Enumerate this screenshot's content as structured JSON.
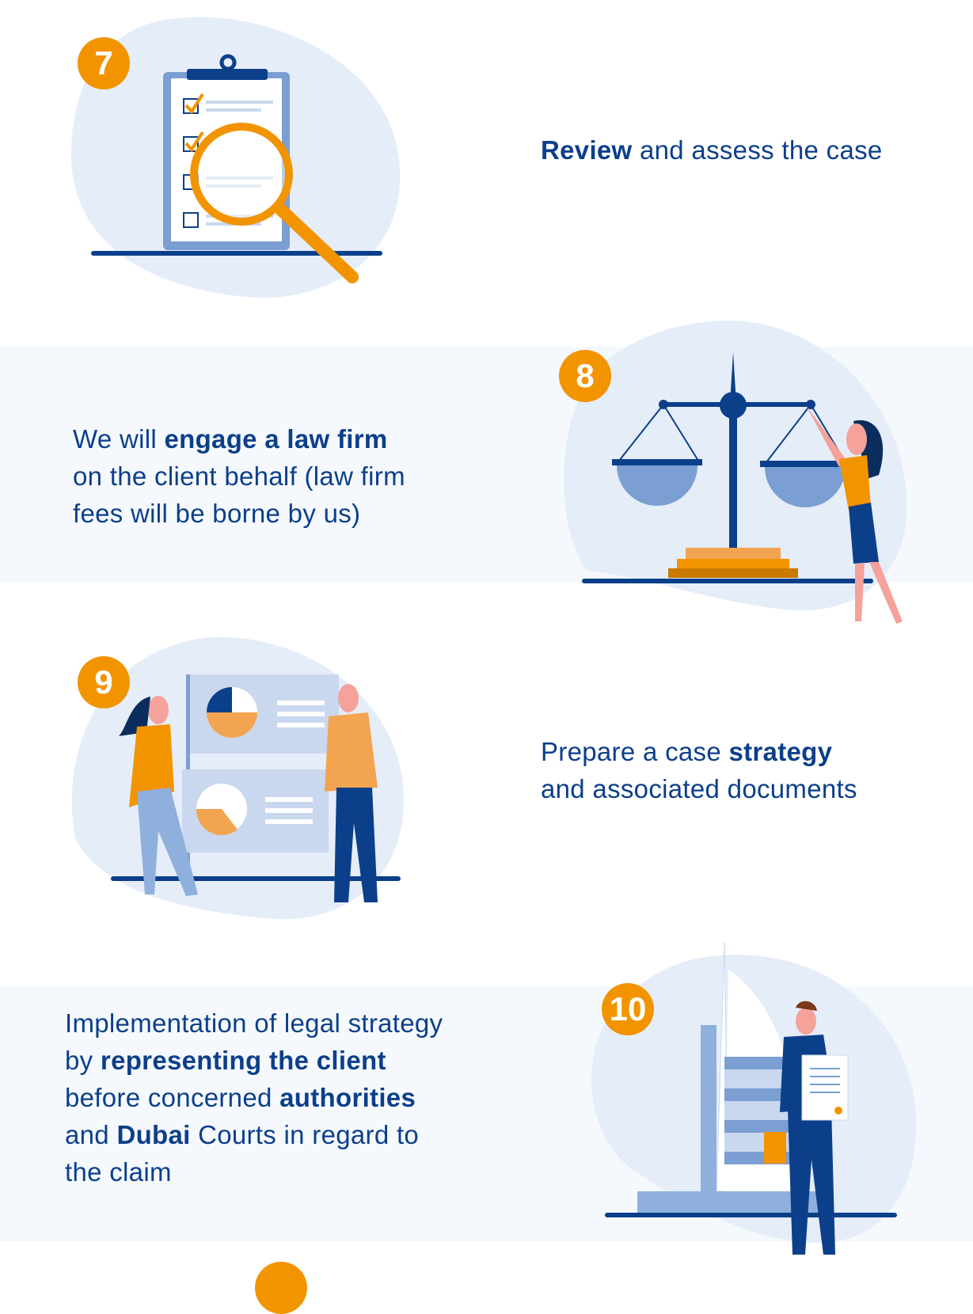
{
  "colors": {
    "text": "#0c3f8a",
    "accent": "#f29400",
    "band": "#f5f9fe",
    "blob": "#e5edf9"
  },
  "steps": [
    {
      "number": "7",
      "lines": [
        [
          {
            "t": "Review",
            "b": true
          },
          {
            "t": " and assess the case",
            "b": false
          }
        ]
      ]
    },
    {
      "number": "8",
      "lines": [
        [
          {
            "t": "We will ",
            "b": false
          },
          {
            "t": "engage a law firm",
            "b": true
          }
        ],
        [
          {
            "t": "on the client behalf (law firm",
            "b": false
          }
        ],
        [
          {
            "t": "fees will be borne by us)",
            "b": false
          }
        ]
      ]
    },
    {
      "number": "9",
      "lines": [
        [
          {
            "t": "Prepare a case ",
            "b": false
          },
          {
            "t": "strategy",
            "b": true
          }
        ],
        [
          {
            "t": "and associated documents",
            "b": false
          }
        ]
      ]
    },
    {
      "number": "10",
      "lines": [
        [
          {
            "t": "Implementation of legal strategy",
            "b": false
          }
        ],
        [
          {
            "t": "by ",
            "b": false
          },
          {
            "t": "representing the client",
            "b": true
          }
        ],
        [
          {
            "t": "before concerned ",
            "b": false
          },
          {
            "t": "authorities",
            "b": true
          }
        ],
        [
          {
            "t": "and ",
            "b": false
          },
          {
            "t": "Dubai",
            "b": true
          },
          {
            "t": " Courts in regard to",
            "b": false
          }
        ],
        [
          {
            "t": "the claim",
            "b": false
          }
        ]
      ]
    }
  ]
}
